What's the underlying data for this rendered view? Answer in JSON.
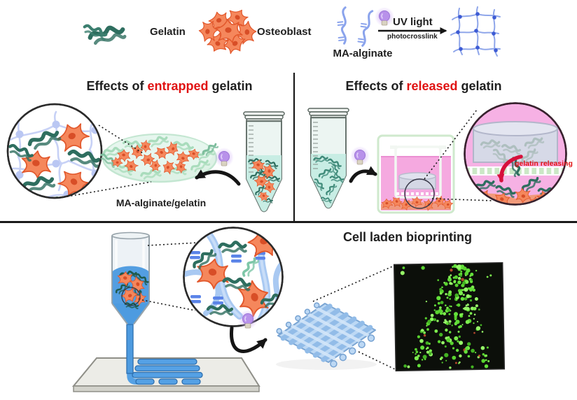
{
  "figure": {
    "legend": {
      "gelatin": "Gelatin",
      "osteoblast": "Osteoblast",
      "ma_alginate": "MA-alginate",
      "uv_light": "UV light",
      "photocrosslink": "photocrosslink"
    },
    "panels": {
      "entrapped": {
        "title_prefix": "Effects of ",
        "title_highlight": "entrapped",
        "title_suffix": " gelatin",
        "gel_label": "MA-alginate/gelatin"
      },
      "released": {
        "title_prefix": "Effects of ",
        "title_highlight": "released",
        "title_suffix": " gelatin",
        "release_annotation": "gelatin releasing"
      },
      "bioprinting": {
        "title": "Cell laden bioprinting"
      }
    },
    "icons": {
      "gelatin": "gelatin-squiggle-icon",
      "osteoblast": "osteoblast-cell-icon",
      "ma_alginate": "ma-alginate-strand-icon",
      "uv": "uv-bulb-icon",
      "network": "crosslinked-network-icon",
      "tube": "falcon-tube-icon",
      "well": "culture-well-icon",
      "printer": "bioprinter-nozzle-icon",
      "scaffold": "printed-scaffold-icon",
      "micrograph": "fluorescence-micrograph"
    },
    "colors": {
      "gelatin_teal": "#2e6e5f",
      "osteoblast_orange": "#f5875c",
      "alginate_blue": "#8aa3ec",
      "highlight_red": "#e01212",
      "uv_purple": "#b891ea",
      "hydrogel_green": "#def2e6",
      "medium_pink": "#f6b1e4",
      "bioink_blue": "#4d9be0",
      "scaffold_blue": "#bcd8f4",
      "fluoro_green": "#6ee53c"
    },
    "fluorescence": {
      "dot_count": 250,
      "seed": 11
    }
  }
}
